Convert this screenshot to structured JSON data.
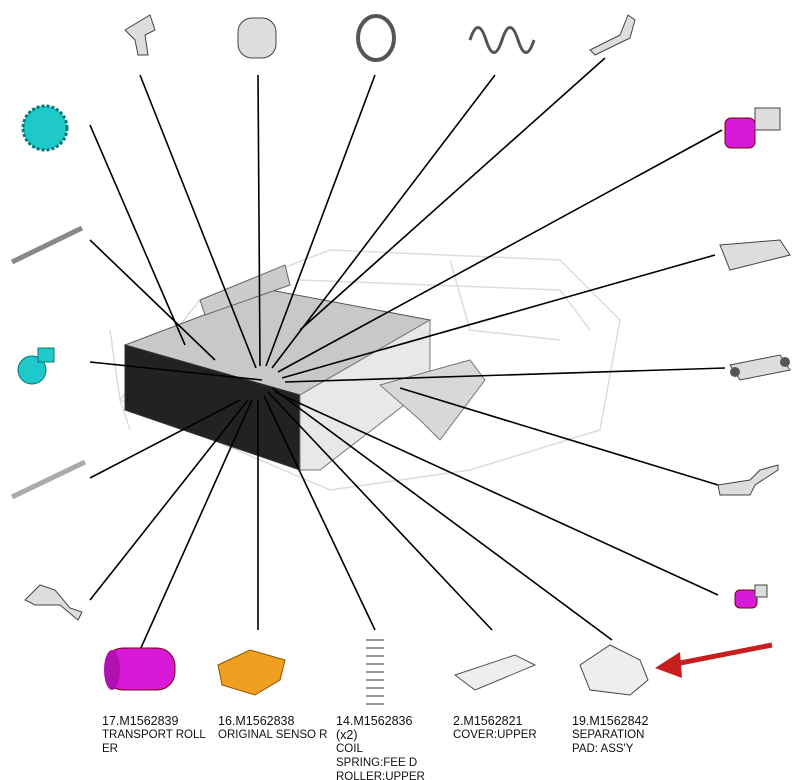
{
  "colors": {
    "magenta": "#d81ad8",
    "cyan": "#1fc9c9",
    "orange": "#f0a020",
    "arrow": "#c81e1e",
    "line": "#000000"
  },
  "labels": [
    {
      "part": "17.M1562839",
      "extra": "",
      "desc": "TRANSPORT ROLL ER"
    },
    {
      "part": "16.M1562838",
      "extra": "",
      "desc": "ORIGINAL SENSO R"
    },
    {
      "part": "14.M1562836",
      "extra": "(x2)",
      "desc": "COIL SPRING:FEE D ROLLER:UPPER"
    },
    {
      "part": "2.M1562821",
      "extra": "",
      "desc": "COVER:UPPER"
    },
    {
      "part": "19.M1562842",
      "extra": "",
      "desc": "SEPARATION PAD: ASS'Y"
    }
  ]
}
